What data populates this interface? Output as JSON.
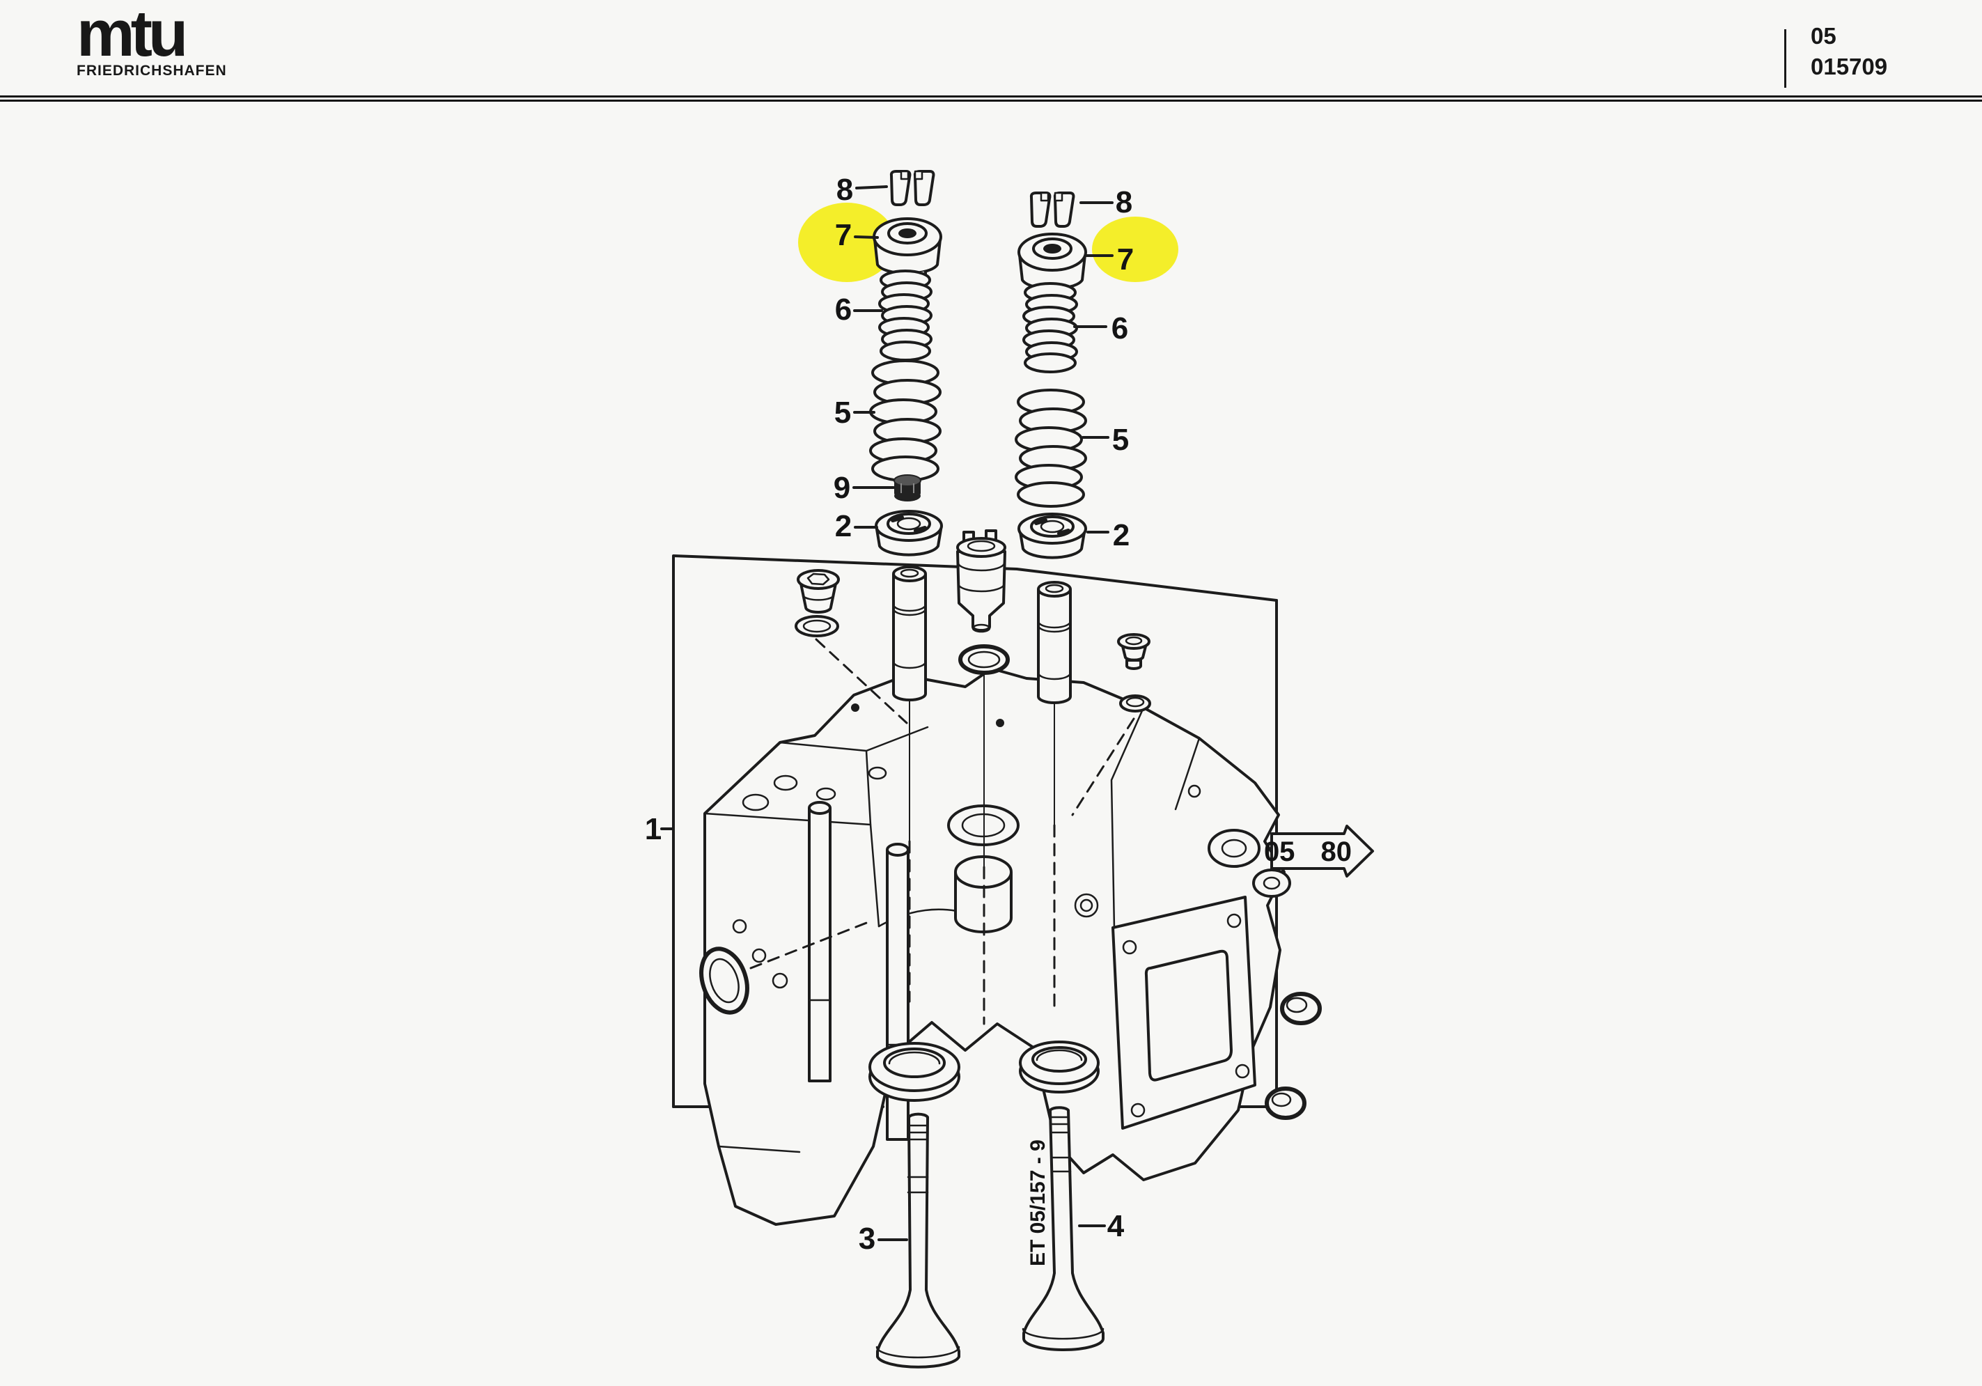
{
  "header": {
    "logo": {
      "brand": "mtu",
      "subtitle": "FRIEDRICHSHAFEN"
    },
    "document_code": {
      "group": "05",
      "number": "015709"
    }
  },
  "diagram": {
    "callouts": {
      "l8": "8",
      "l7": "7",
      "l6": "6",
      "l5": "5",
      "l9": "9",
      "l2": "2",
      "n1": "1",
      "n3": "3",
      "r8": "8",
      "r7": "7",
      "r6": "6",
      "r5": "5",
      "r2": "2",
      "n4": "4"
    },
    "highlighted_callouts": "7",
    "reference_arrow": {
      "label": "05 80"
    },
    "annotation": {
      "label": "ET 05/157 - 9"
    }
  },
  "colors": {
    "highlight": "#f4ee2a",
    "ink": "#1c1c1c",
    "background": "#f7f7f5"
  }
}
